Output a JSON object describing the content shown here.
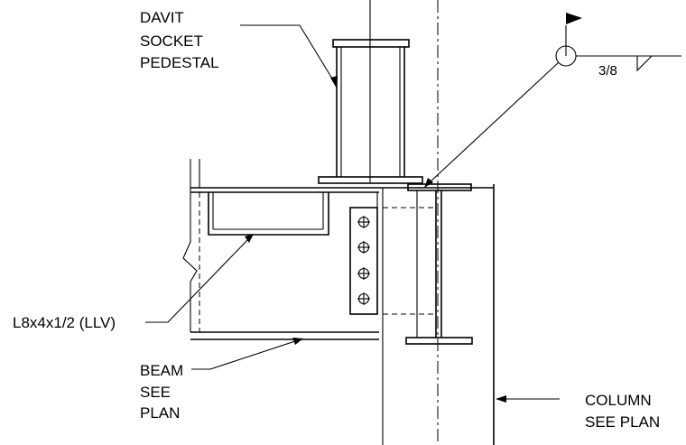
{
  "labels": {
    "davit_line1": "DAVIT",
    "davit_line2": "SOCKET",
    "davit_line3": "PEDESTAL",
    "angle": "L8x4x1/2 (LLV)",
    "beam_line1": "BEAM",
    "beam_line2": "SEE",
    "beam_line3": "PLAN",
    "column_line1": "COLUMN",
    "column_line2": "SEE PLAN",
    "weld_size": "3/8"
  }
}
